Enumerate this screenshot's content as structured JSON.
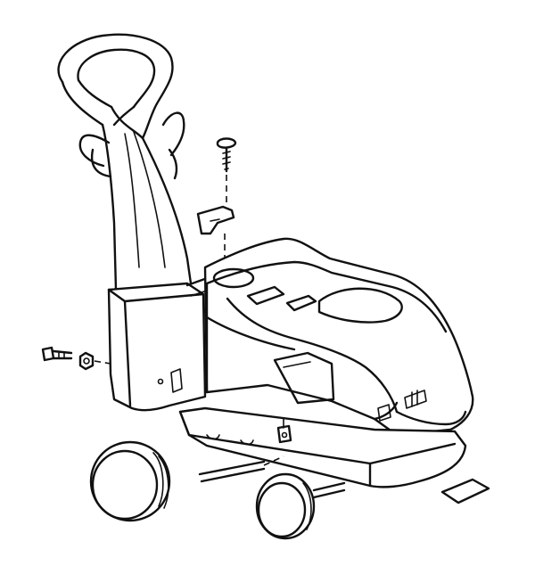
{
  "diagram": {
    "kind": "exploded-assembly-line-drawing",
    "line_color": "#111111",
    "background": "#ffffff",
    "parts": [
      "handle-assembly",
      "handle-mount-bracket",
      "tank-housing",
      "base-frame",
      "rear-wheel-left",
      "rear-wheel-right",
      "wheel-axle",
      "screw-top",
      "clip-bracket",
      "bolt-side",
      "nut-side",
      "label-plate"
    ]
  }
}
